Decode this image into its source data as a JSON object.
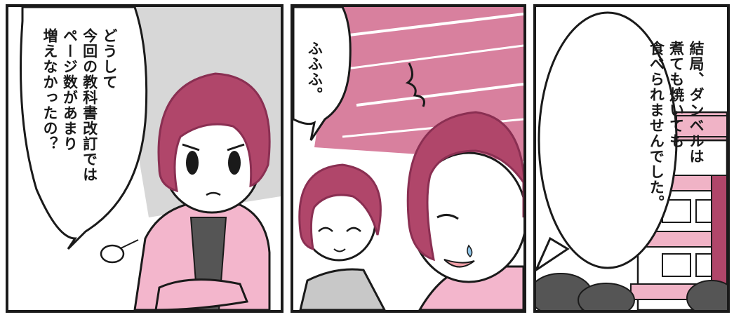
{
  "panels": [
    {
      "id": "panel-1",
      "speech": "どうして\n今回の教科書改訂では\nページ数があまり\n増えなかったの？"
    },
    {
      "id": "panel-2",
      "speech": "ふふふ。"
    },
    {
      "id": "panel-3",
      "speech": "結局、ダンベルは\n煮ても焼いても\n食べられませんでした。"
    }
  ],
  "colors": {
    "hair": "#b0466a",
    "hair_dark": "#8a2f52",
    "jacket": "#f3b6cc",
    "stripe_pink": "#d8809e",
    "building_pink": "#f0b3c6",
    "grey_bg": "#d7d7d7",
    "ink": "#1a1a1a"
  }
}
